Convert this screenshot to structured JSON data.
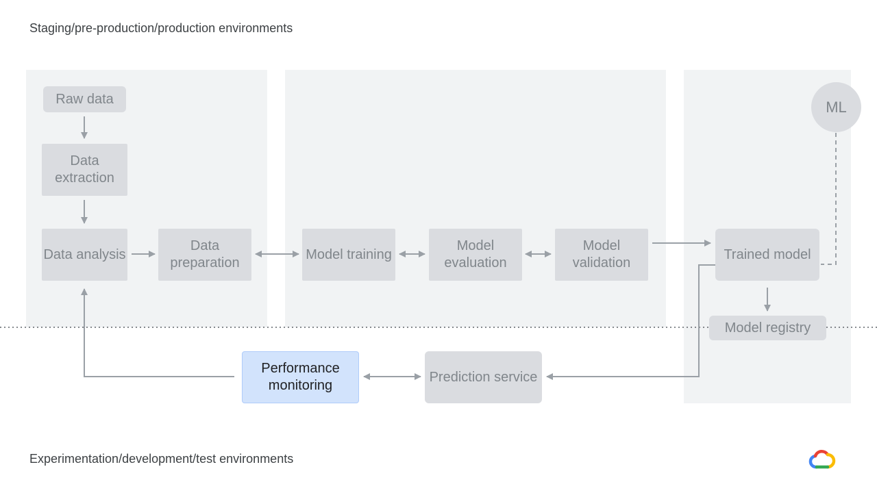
{
  "labels": {
    "top": "Staging/pre-production/production environments",
    "bottom": "Experimentation/development/test environments"
  },
  "nodes": {
    "raw_data": "Raw data",
    "data_extraction": "Data extraction",
    "data_analysis": "Data analysis",
    "data_preparation": "Data preparation",
    "model_training": "Model training",
    "model_evaluation": "Model evaluation",
    "model_validation": "Model validation",
    "trained_model": "Trained model",
    "model_registry": "Model registry",
    "performance_monitoring": "Performance monitoring",
    "prediction_service": "Prediction service",
    "ml": "ML"
  },
  "colors": {
    "panel": "#f1f3f4",
    "node": "#dadce0",
    "node_text": "#80868b",
    "highlight": "#d2e3fc",
    "arrow": "#9aa0a6"
  },
  "logo": {
    "icon": "google-cloud-icon"
  }
}
